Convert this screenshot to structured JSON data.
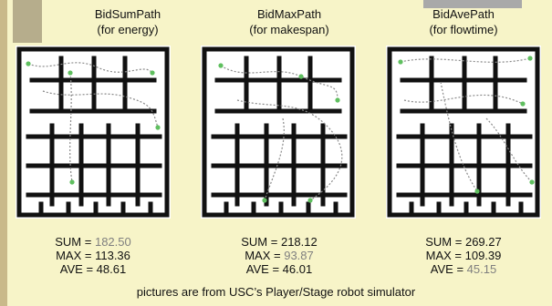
{
  "columns": [
    {
      "title_line1": "BidSumPath",
      "title_line2": "(for energy)",
      "sum_label": "SUM = ",
      "sum_value": "182.50",
      "max_label": "MAX = ",
      "max_value": "113.36",
      "ave_label": "AVE = ",
      "ave_value": "48.61",
      "highlighted": "sum"
    },
    {
      "title_line1": "BidMaxPath",
      "title_line2": "(for makespan)",
      "sum_label": "SUM = ",
      "sum_value": "218.12",
      "max_label": "MAX = ",
      "max_value": "93.87",
      "ave_label": "AVE = ",
      "ave_value": "46.01",
      "highlighted": "max"
    },
    {
      "title_line1": "BidAvePath",
      "title_line2": "(for flowtime)",
      "sum_label": "SUM = ",
      "sum_value": "269.27",
      "max_label": "MAX = ",
      "max_value": "109.39",
      "ave_label": "AVE = ",
      "ave_value": "45.15",
      "highlighted": "ave"
    }
  ],
  "footer": "pictures are from USC’s Player/Stage robot simulator",
  "colors": {
    "background": "#f7f4c8",
    "wall": "#111111",
    "path": "#8a8a8a",
    "robot": "#5fbf5f",
    "highlight_text": "#7f7f7f"
  }
}
